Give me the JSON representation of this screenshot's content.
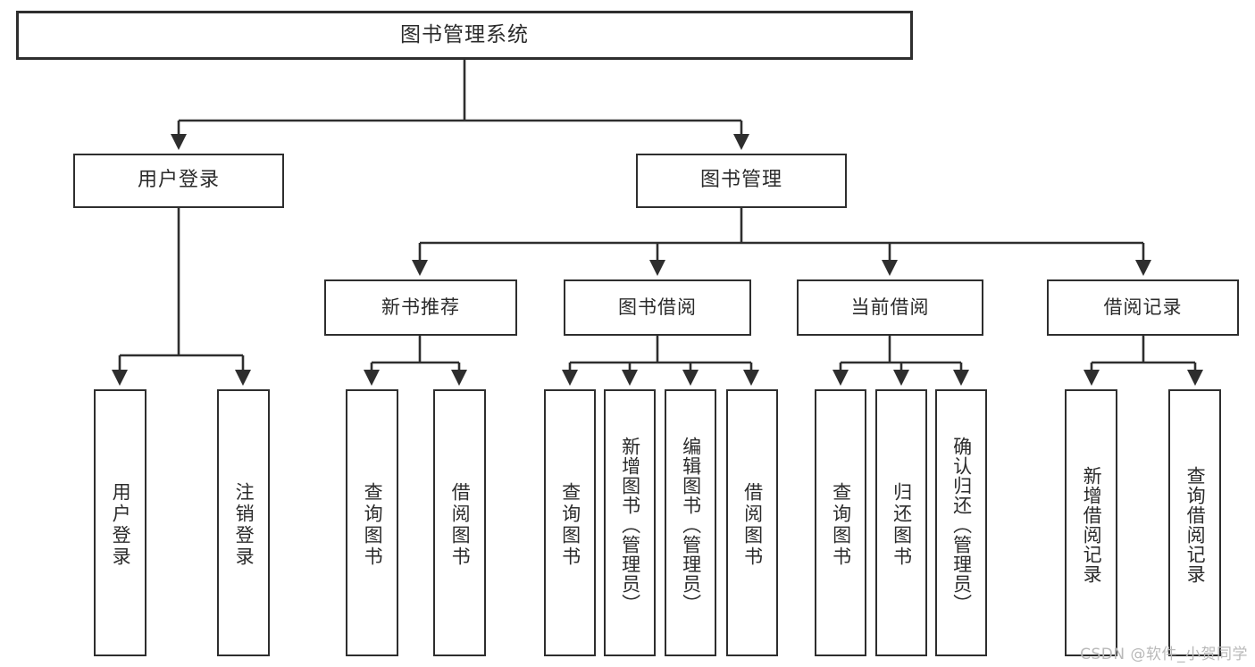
{
  "diagram": {
    "type": "tree",
    "title": "图书管理系统",
    "colors": {
      "stroke": "#2e2e2e",
      "fill": "#ffffff",
      "text": "#2b2b2b",
      "watermark": "#b9b9b9"
    },
    "root": {
      "label": "图书管理系统"
    },
    "level2": [
      {
        "label": "用户登录"
      },
      {
        "label": "图书管理"
      }
    ],
    "level3": [
      {
        "label": "新书推荐"
      },
      {
        "label": "图书借阅"
      },
      {
        "label": "当前借阅"
      },
      {
        "label": "借阅记录"
      }
    ],
    "leaves": {
      "user_login": [
        {
          "label": "用户登录"
        },
        {
          "label": "注销登录"
        }
      ],
      "new_book": [
        {
          "label": "查询图书"
        },
        {
          "label": "借阅图书"
        }
      ],
      "book_borrow": [
        {
          "label": "查询图书"
        },
        {
          "label": "新增图书（管理员）"
        },
        {
          "label": "编辑图书（管理员）"
        },
        {
          "label": "借阅图书"
        }
      ],
      "current_borrow": [
        {
          "label": "查询图书"
        },
        {
          "label": "归还图书"
        },
        {
          "label": "确认归还（管理员）"
        }
      ],
      "borrow_record": [
        {
          "label": "新增借阅记录"
        },
        {
          "label": "查询借阅记录"
        }
      ]
    }
  },
  "watermark": {
    "text": "CSDN @软件_小贺同学"
  }
}
